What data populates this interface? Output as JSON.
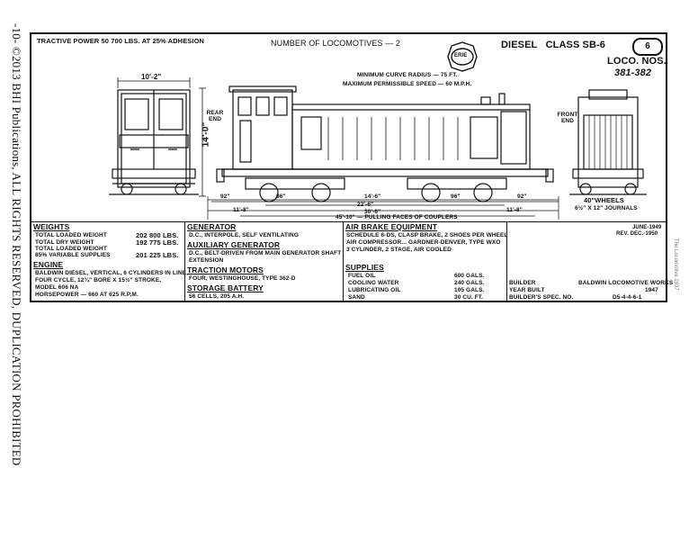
{
  "side": {
    "copyright": "-10-  ©2013 BHI Publications, ALL RIGHTS RESERVED, DUPLICATION PROHIBITED",
    "faint": "The Locomotive 1937"
  },
  "header": {
    "tractive": "TRACTIVE POWER 50 700 LBS. AT 25% ADHESION",
    "num_locos": "NUMBER OF LOCOMOTIVES — 2",
    "logo_text": "ERIE",
    "class": "DIESEL   CLASS SB-6",
    "sheet_no": "6",
    "loco_nos_label": "LOCO. NOS.",
    "loco_nos": "381-382"
  },
  "drawing": {
    "min_curve": "MINIMUM CURVE RADIUS — 75 FT.",
    "max_speed": "MAXIMUM PERMISSIBLE SPEED — 60 M.P.H.",
    "width": "10'-2\"",
    "height": "14'-0\"",
    "rear_end": "REAR END",
    "front_end": "FRONT END",
    "wheels": "40\"WHEELS",
    "journals": "6½\" X 12\" JOURNALS",
    "dims_top": [
      "92\"",
      "96\"",
      "14'-6\"",
      "96\"",
      "92\""
    ],
    "dim_11_8_left": "11'-8\"",
    "dim_22_6": "22'-6\"",
    "dim_30_6": "30'-6\"",
    "dim_11_8_right": "11'-8\"",
    "dim_overall": "45'-10\" — PULLING FACES OF COUPLERS"
  },
  "weights": {
    "title": "WEIGHTS",
    "rows": [
      {
        "label": "TOTAL LOADED WEIGHT",
        "value": "202 800 LBS."
      },
      {
        "label": "TOTAL DRY WEIGHT",
        "value": "192 775 LBS."
      },
      {
        "label": "TOTAL LOADED WEIGHT",
        "value": ""
      },
      {
        "label": "85% VARIABLE SUPPLIES",
        "value": "201 225 LBS."
      }
    ]
  },
  "engine": {
    "title": "ENGINE",
    "lines": [
      "BALDWIN DIESEL, VERTICAL, 6 CYLINDERS IN LINE,",
      "FOUR CYCLE, 12¾\" BORE X 15½\" STROKE,",
      "MODEL 606 NA",
      "HORSEPOWER — 660 AT 625 R.P.M."
    ]
  },
  "generator": {
    "title": "GENERATOR",
    "text": "D.C., INTERPOLE, SELF VENTILATING"
  },
  "aux_generator": {
    "title": "AUXILIARY GENERATOR",
    "lines": [
      "D.C., BELT-DRIVEN FROM MAIN GENERATOR SHAFT",
      "EXTENSION"
    ]
  },
  "traction": {
    "title": "TRACTION MOTORS",
    "text": "FOUR, WESTINGHOUSE, TYPE 362-D"
  },
  "battery": {
    "title": "STORAGE BATTERY",
    "text": "56 CELLS, 205 A.H."
  },
  "air_brake": {
    "title": "AIR BRAKE EQUIPMENT",
    "lines": [
      "SCHEDULE 6-DS, CLASP BRAKE, 2 SHOES PER WHEEL",
      "AIR COMPRESSOR... GARDNER-DENVER, TYPE WXO",
      "3 CYLINDER, 2 STAGE, AIR COOLED"
    ]
  },
  "supplies": {
    "title": "SUPPLIES",
    "rows": [
      {
        "label": "FUEL OIL",
        "value": "600 GALS."
      },
      {
        "label": "COOLING WATER",
        "value": "240 GALS."
      },
      {
        "label": "LUBRICATING OIL",
        "value": "105 GALS."
      },
      {
        "label": "SAND",
        "value": "30 CU. FT."
      }
    ]
  },
  "dates": {
    "date1": "JUNE-1949",
    "date2": "REV. DEC.-1950"
  },
  "builder": {
    "rows": [
      {
        "label": "BUILDER",
        "value": "BALDWIN LOCOMOTIVE WORKS"
      },
      {
        "label": "YEAR BUILT",
        "value": "1947"
      },
      {
        "label": "BUILDER'S SPEC. NO.",
        "value": "D5-4-4-6-1"
      }
    ]
  }
}
